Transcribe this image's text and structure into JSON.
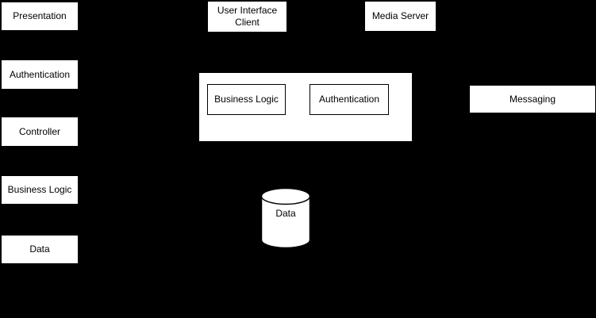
{
  "canvas": {
    "background_color": "#000000",
    "node_fill_color": "#ffffff",
    "node_border_color": "#000000",
    "text_color": "#000000"
  },
  "left_column": {
    "items": [
      {
        "label": "Presentation"
      },
      {
        "label": "Authentication"
      },
      {
        "label": "Controller"
      },
      {
        "label": "Business Logic"
      },
      {
        "label": "Data"
      }
    ]
  },
  "top_nodes": [
    {
      "label": "User Interface Client"
    },
    {
      "label": "Media Server"
    }
  ],
  "container_group": {
    "children": [
      {
        "label": "Business Logic"
      },
      {
        "label": "Authentication"
      }
    ]
  },
  "messaging": {
    "label": "Messaging"
  },
  "database": {
    "label": "Data"
  }
}
